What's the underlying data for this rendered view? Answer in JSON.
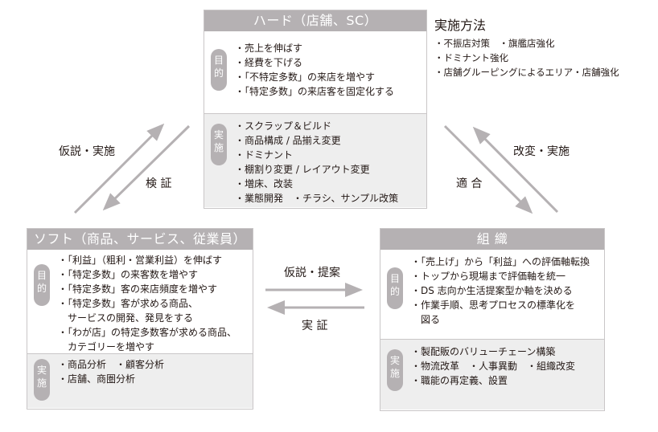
{
  "hard": {
    "title": "ハード（店舗、SC）",
    "purpose_label": [
      "目",
      "的"
    ],
    "purpose_items": [
      "・売上を伸ばす",
      "・経費を下げる",
      "・「不特定多数」の来店を増やす",
      "・「特定多数」の来店客を固定化する"
    ],
    "impl_label": [
      "実",
      "施"
    ],
    "impl_items": [
      "・スクラップ＆ビルド",
      "・商品構成 / 品揃え変更",
      "・ドミナント",
      "・棚割り変更 / レイアウト変更",
      "・増床、改装",
      "・業態開発　・チラシ、サンプル改策"
    ]
  },
  "method": {
    "title": "実施方法",
    "items": [
      "・不振店対策　・旗艦店強化",
      "・ドミナント強化",
      "・店舗グルーピングによるエリア・店舗強化"
    ]
  },
  "soft": {
    "title": "ソフト（商品、サービス、従業員）",
    "purpose_label": [
      "目",
      "的"
    ],
    "purpose_items": [
      "・「利益」（粗利・営業利益）を伸ばす",
      "・「特定多数」の来客数を増やす",
      "・「特定多数」客の来店頻度を増やす",
      "・「特定多数」客が求める商品、",
      "　サービスの開発、発見をする",
      "・「わが店」の特定多数客が求める商品、",
      "　カテゴリーを増やす"
    ],
    "impl_label": [
      "実",
      "施"
    ],
    "impl_items": [
      "・商品分析　・顧客分析",
      "・店舗、商圏分析"
    ]
  },
  "org": {
    "title": "組 織",
    "purpose_label": [
      "目",
      "的"
    ],
    "purpose_items": [
      "・「売上げ」から「利益」への評価軸転換",
      "・トップから現場まで評価軸を統一",
      "・DS 志向か生活提案型か軸を決める",
      "・作業手順、思考プロセスの標準化を",
      "　図る"
    ],
    "impl_label": [
      "実",
      "施"
    ],
    "impl_items": [
      "・製配販のバリューチェーン構築",
      "・物流改革　・人事異動　・組織改変",
      "・職能の再定義、設置"
    ]
  },
  "arrows": {
    "left_up": "仮説・実施",
    "left_down": "検 証",
    "right_up": "改変・実施",
    "right_down": "適 合",
    "bottom_right": "仮説・提案",
    "bottom_left": "実 証"
  },
  "colors": {
    "header": "#b5b1b3",
    "border": "#c9c6c7",
    "impl_bg": "#eeeeee",
    "arrow": "#b5b1b3",
    "text": "#231815"
  }
}
